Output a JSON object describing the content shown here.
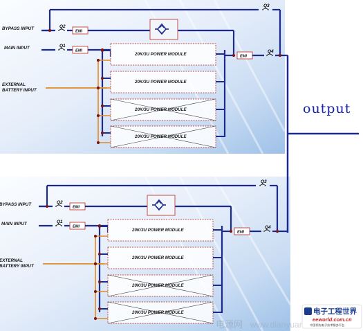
{
  "colors": {
    "bus": "#1c2a8c",
    "battery": "#e08a22",
    "box_border": "#c0504d",
    "node": "#7a1818",
    "panel_light": "#f4f8fd",
    "panel_mid": "#cfe0f5",
    "output_text": "#1a24a8"
  },
  "output_label": "output",
  "diagrams": [
    {
      "inputs": {
        "bypass": "BYPASS INPUT",
        "main": "MAIN INPUT",
        "battery_line1": "EXTERNAL",
        "battery_line2": "BATTERY INPUT"
      },
      "switches": {
        "q1": "Q1",
        "q2": "Q2",
        "q3": "Q3",
        "q4": "Q4"
      },
      "emi": {
        "bypass": "EMI",
        "main": "EMI",
        "output": "EMI"
      },
      "modules": [
        {
          "label": "20K/3U POWER MODULE",
          "crossed": false
        },
        {
          "label": "20K/3U POWER MODULE",
          "crossed": false
        },
        {
          "label": "20K/3U POWER MODULE",
          "crossed": true
        },
        {
          "label": "20K/3U POWER MODULE",
          "crossed": true
        }
      ]
    },
    {
      "inputs": {
        "bypass": "BYPASS INPUT",
        "main": "MAIN INPUT",
        "battery_line1": "EXTERNAL",
        "battery_line2": "BATTERY INPUT"
      },
      "switches": {
        "q1": "Q1",
        "q2": "Q2",
        "q3": "Q3",
        "q4": "Q4"
      },
      "emi": {
        "bypass": "EMI",
        "main": "EMI",
        "output": "EMI"
      },
      "modules": [
        {
          "label": "20K/3U POWER MODULE",
          "crossed": false
        },
        {
          "label": "20K/3U POWER MODULE",
          "crossed": false
        },
        {
          "label": "20K/3U POWER MODULE",
          "crossed": true
        },
        {
          "label": "20K/3U POWER MODULE",
          "crossed": true
        }
      ]
    }
  ],
  "logo": {
    "title": "电子工程世界",
    "url": "eeworld.com.cn",
    "tagline": "中国领先电子技术服务平台"
  },
  "watermark": {
    "cn": "电源网",
    "url": "www.dianyuan.com"
  }
}
